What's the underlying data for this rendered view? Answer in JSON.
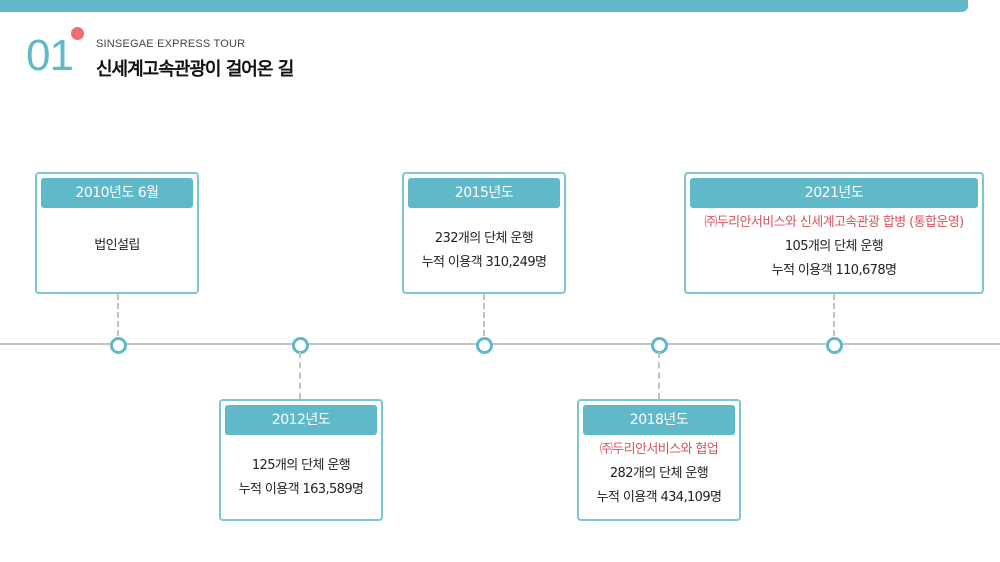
{
  "header": {
    "section_number": "01",
    "subtitle": "SINSEGAE EXPRESS TOUR",
    "title": "신세계고속관광이 걸어온 길"
  },
  "colors": {
    "accent": "#5fb9c9",
    "card_border": "#7cc6d3",
    "highlight_text": "#d9535e",
    "dot": "#f06b73",
    "axis": "#c4c4c4"
  },
  "timeline": [
    {
      "label": "2010년도 6월",
      "lines": [
        "법인설립"
      ]
    },
    {
      "label": "2012년도",
      "lines": [
        "125개의 단체 운행",
        "누적 이용객 163,589명"
      ]
    },
    {
      "label": "2015년도",
      "lines": [
        "232개의 단체 운행",
        "누적 이용객 310,249명"
      ]
    },
    {
      "label": "2018년도",
      "note": "㈜두리안서비스와 협업",
      "lines": [
        "282개의 단체 운행",
        "누적 이용객 434,109명"
      ]
    },
    {
      "label": "2021년도",
      "note": "㈜두리안서비스와 신세계고속관광 합병 (통합운영)",
      "lines": [
        "105개의 단체 운행",
        "누적 이용객 110,678명"
      ]
    }
  ]
}
